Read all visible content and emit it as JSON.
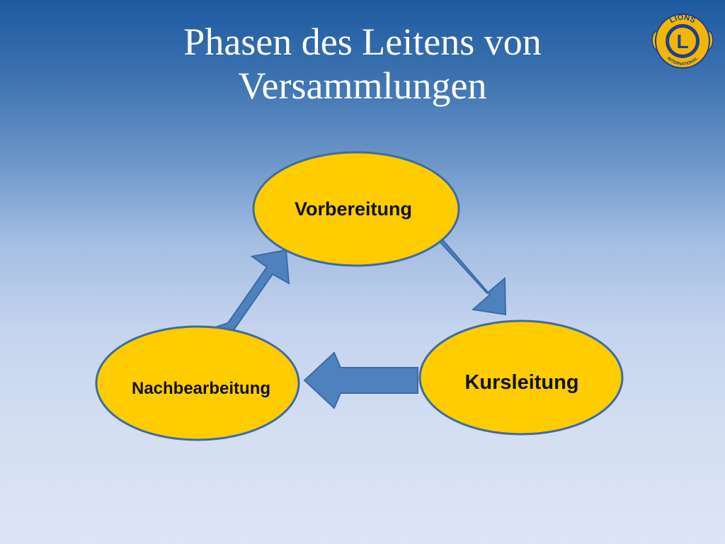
{
  "slide": {
    "title": "Phasen des Leitens von Versammlungen"
  },
  "diagram": {
    "nodes": [
      {
        "id": "vorbereitung",
        "label": "Vorbereitung"
      },
      {
        "id": "kursleitung",
        "label": "Kursleitung"
      },
      {
        "id": "nachbearbeitung",
        "label": "Nachbearbeitung"
      }
    ],
    "edges": [
      {
        "from": "vorbereitung",
        "to": "kursleitung"
      },
      {
        "from": "kursleitung",
        "to": "nachbearbeitung"
      },
      {
        "from": "nachbearbeitung",
        "to": "vorbereitung"
      }
    ]
  },
  "logo": {
    "top_text": "LIONS",
    "letter": "L",
    "bottom_text": "INTERNATIONAL"
  },
  "colors": {
    "node_fill": "#ffcc00",
    "node_stroke": "#3d6ca6",
    "arrow_fill": "#4f81bd",
    "arrow_stroke": "#3c6ba8",
    "logo_gold": "#f2b705",
    "logo_blue": "#1f3f8f"
  }
}
